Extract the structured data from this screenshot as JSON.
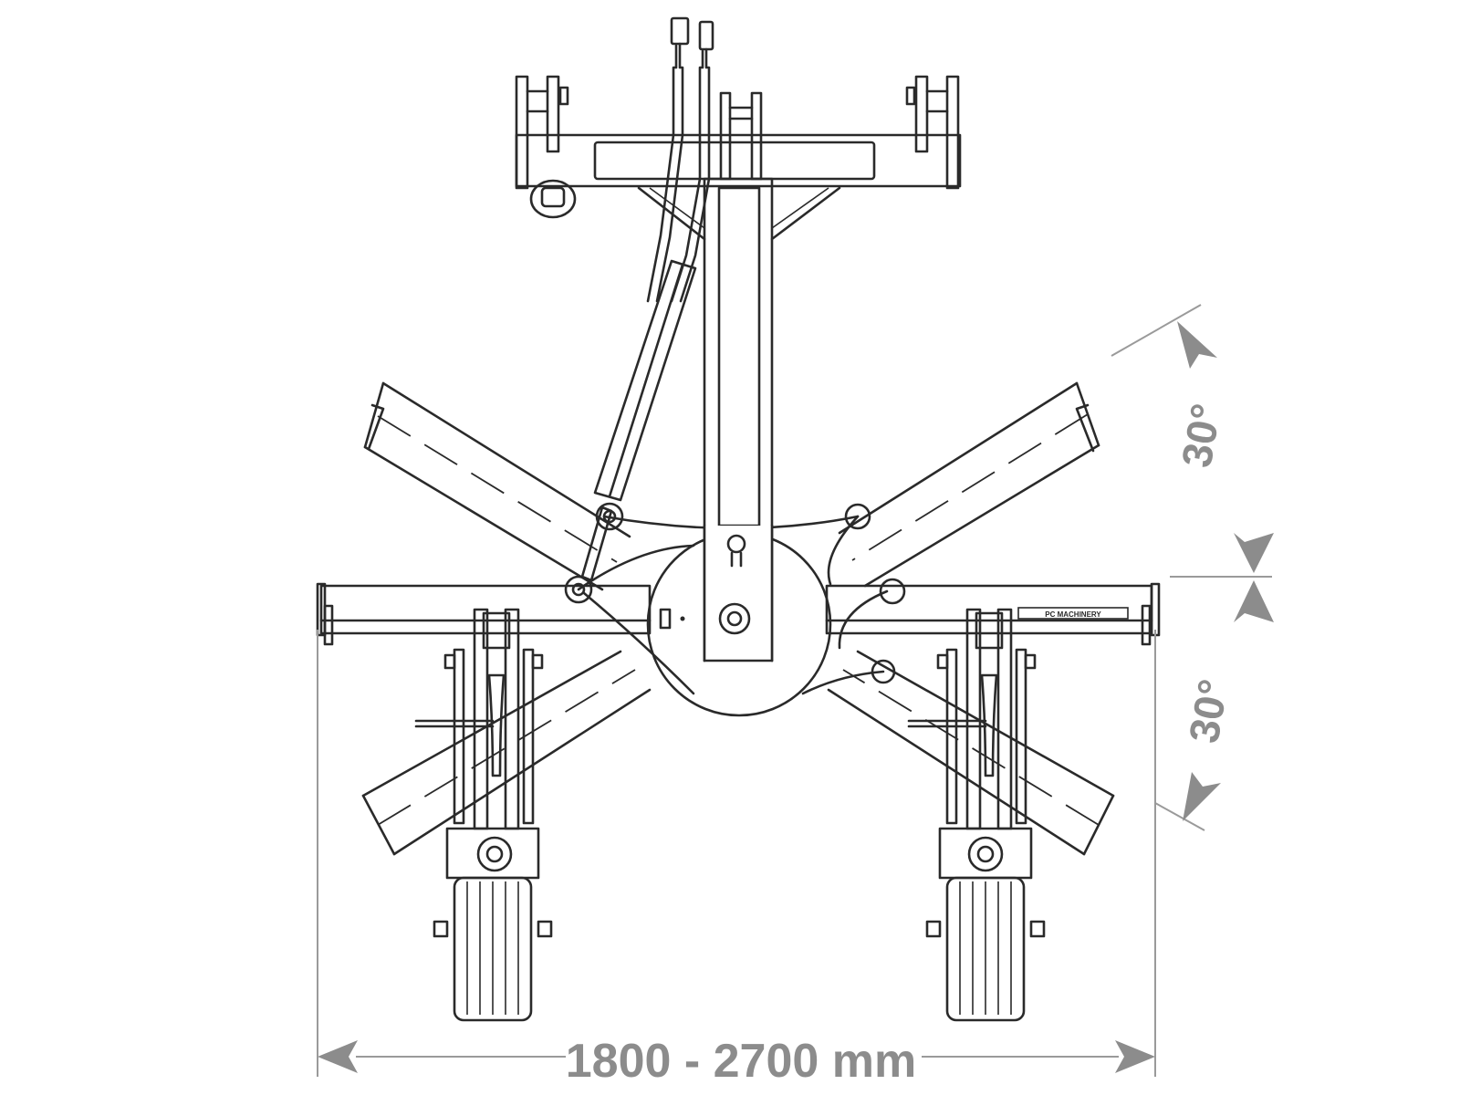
{
  "diagram": {
    "type": "technical-drawing",
    "view": "top",
    "colors": {
      "line": "#2a2a2a",
      "dimension": "#8c8c8c",
      "background": "#ffffff"
    },
    "dimensions": {
      "width_range": "1800 - 2700 mm",
      "angle_upper": "30°",
      "angle_lower": "30°"
    },
    "nameplate": "PC MACHINERY"
  }
}
